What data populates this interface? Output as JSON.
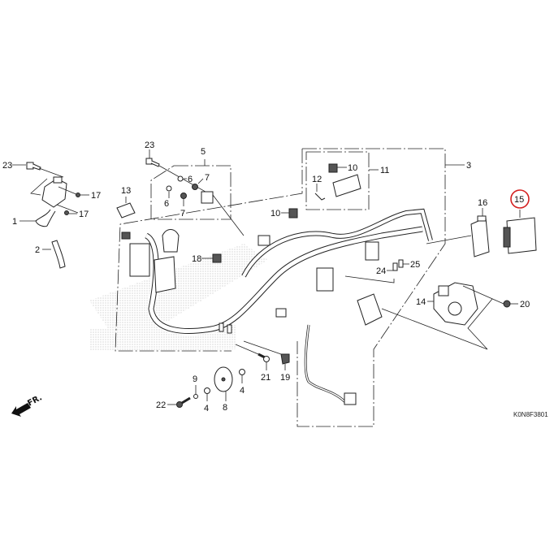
{
  "diagram": {
    "title": "Wire Harness exploded parts view",
    "diagram_code": "K0N8F3801",
    "direction_indicator": "FR.",
    "highlighted_part": "15",
    "highlight_color": "#d42020",
    "parts": {
      "p1": "1",
      "p2": "2",
      "p3": "3",
      "p4a": "4",
      "p4b": "4",
      "p5": "5",
      "p6a": "6",
      "p6b": "6",
      "p7a": "7",
      "p7b": "7",
      "p8": "8",
      "p9": "9",
      "p10a": "10",
      "p10b": "10",
      "p11": "11",
      "p12": "12",
      "p13": "13",
      "p14": "14",
      "p15": "15",
      "p16": "16",
      "p17a": "17",
      "p17b": "17",
      "p18": "18",
      "p19": "19",
      "p20": "20",
      "p21": "21",
      "p22": "22",
      "p23a": "23",
      "p23b": "23",
      "p24": "24",
      "p25": "25"
    }
  }
}
